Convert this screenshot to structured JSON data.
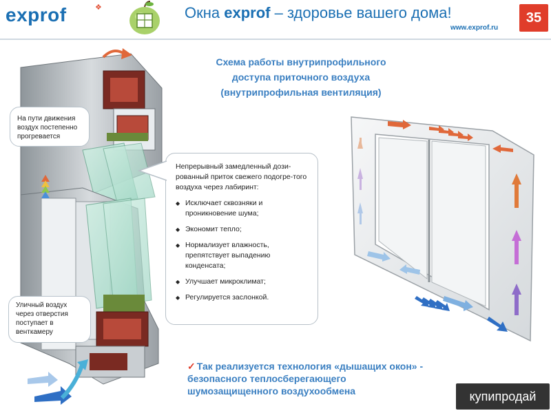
{
  "header": {
    "logo": "exprof",
    "slogan_prefix": "Окна ",
    "slogan_brand": "exprof",
    "slogan_suffix": " – здоровье вашего дома!",
    "website": "www.exprof.ru",
    "page_number": "35"
  },
  "title": {
    "line1": "Схема работы внутрипрофильного",
    "line2": "доступа приточного воздуха",
    "line3": "(внутрипрофильная вентиляция)"
  },
  "callouts": {
    "top_left": "На пути движения воздух постепенно прогревается",
    "bottom_left": "Уличный воздух через отверстия поступает в венткамеру",
    "main_lead": "Непрерывный замедленный дози-рованный приток свежего подогре-того воздуха через лабиринт:",
    "benefits": [
      "Исключает сквозняки и проникновение шума;",
      "Экономит тепло;",
      "Нормализует влажность, препятствует выпадению конденсата;",
      "Улучшает микроклимат;",
      "Регулируется заслонкой."
    ]
  },
  "bottom": {
    "checkmark": "✓",
    "text": "Так реализуется технология «дышащих окон» - безопасного теплосберегающего шумозащищенного воздухообмена"
  },
  "watermark": "купипродай",
  "colors": {
    "brand_blue": "#1a6fb3",
    "title_blue": "#3a7fc1",
    "badge_red": "#e03d2a",
    "warm_arrow": "#e0683a",
    "cool_arrow": "#4a90d9",
    "purple_arrow": "#8e6cc9"
  }
}
